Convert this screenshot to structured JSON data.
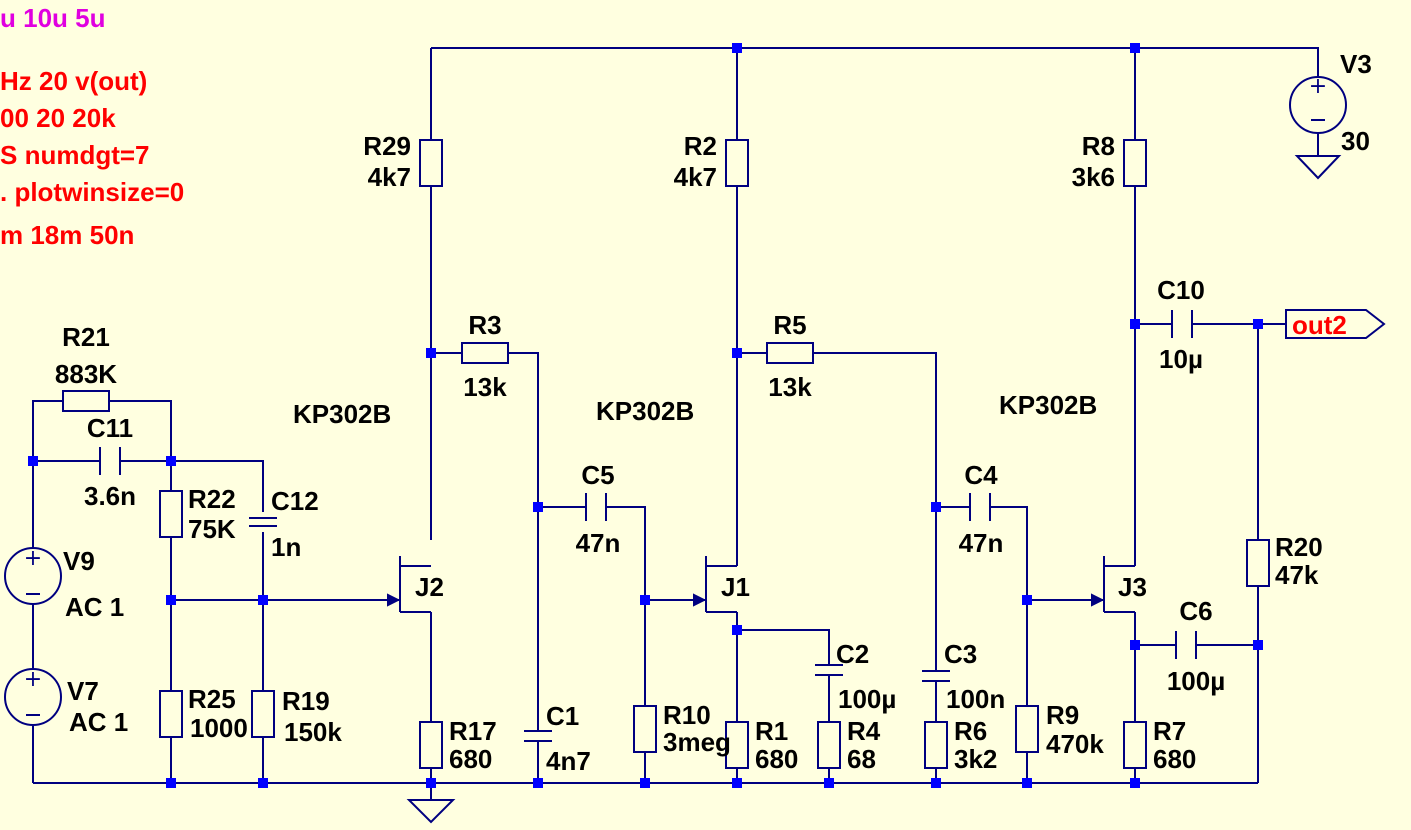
{
  "directives": [
    "u 10u 5u",
    "Hz 20 v(out)",
    "00 20 20k",
    "S numdgt=7",
    ". plotwinsize=0",
    "m 18m 50n"
  ],
  "directive_colors": [
    "#e000e0",
    "#ff0000"
  ],
  "wire_color": "#000080",
  "junction_color": "#0000ff",
  "background_color": "#ffffe0",
  "port": {
    "name": "out2",
    "color": "#ff0000"
  },
  "components": {
    "R29": {
      "name": "R29",
      "value": "4k7"
    },
    "R2": {
      "name": "R2",
      "value": "4k7"
    },
    "R8": {
      "name": "R8",
      "value": "3k6"
    },
    "V3": {
      "name": "V3",
      "value": "30"
    },
    "R3": {
      "name": "R3",
      "value": "13k"
    },
    "R5": {
      "name": "R5",
      "value": "13k"
    },
    "C10": {
      "name": "C10",
      "value": "10µ"
    },
    "R21": {
      "name": "R21",
      "value": "883K"
    },
    "C11": {
      "name": "C11",
      "value": "3.6n"
    },
    "R22": {
      "name": "R22",
      "value": "75K"
    },
    "C12": {
      "name": "C12",
      "value": "1n"
    },
    "V9": {
      "name": "V9",
      "value": "AC 1"
    },
    "V7": {
      "name": "V7",
      "value": "AC 1"
    },
    "R25": {
      "name": "R25",
      "value": "1000"
    },
    "R19": {
      "name": "R19",
      "value": "150k"
    },
    "J2": {
      "name": "J2",
      "model": "KP302B"
    },
    "J1": {
      "name": "J1",
      "model": "KP302B"
    },
    "J3": {
      "name": "J3",
      "model": "KP302B"
    },
    "C5": {
      "name": "C5",
      "value": "47n"
    },
    "C4": {
      "name": "C4",
      "value": "47n"
    },
    "C1": {
      "name": "C1",
      "value": "4n7"
    },
    "R10": {
      "name": "R10",
      "value": "3meg"
    },
    "R1": {
      "name": "R1",
      "value": "680"
    },
    "C2": {
      "name": "C2",
      "value": "100µ"
    },
    "R4": {
      "name": "R4",
      "value": "68"
    },
    "C3": {
      "name": "C3",
      "value": "100n"
    },
    "R6": {
      "name": "R6",
      "value": "3k2"
    },
    "R9": {
      "name": "R9",
      "value": "470k"
    },
    "R7": {
      "name": "R7",
      "value": "680"
    },
    "R20": {
      "name": "R20",
      "value": "47k"
    },
    "C6": {
      "name": "C6",
      "value": "100µ"
    },
    "R17": {
      "name": "R17",
      "value": "680"
    }
  }
}
